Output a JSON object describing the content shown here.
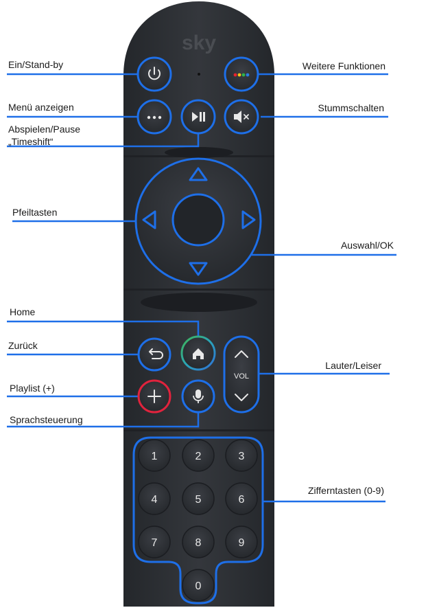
{
  "brand": {
    "logo_text": "sky"
  },
  "labels": {
    "power": "Ein/Stand-by",
    "more_functions": "Weitere Funktionen",
    "menu": "Menü anzeigen",
    "mute": "Stummschalten",
    "play_pause_line1": "Abspielen/Pause",
    "play_pause_line2": "„Timeshift“",
    "arrows": "Pfeiltasten",
    "ok": "Auswahl/OK",
    "home": "Home",
    "back": "Zurück",
    "volume": "Lauter/Leiser",
    "playlist": "Playlist (+)",
    "voice": "Sprachsteuerung",
    "digits": "Zifferntasten (0-9)"
  },
  "keys": {
    "vol": "VOL",
    "digits": [
      "1",
      "2",
      "3",
      "4",
      "5",
      "6",
      "7",
      "8",
      "9",
      "0"
    ]
  },
  "colors": {
    "remote_body": "#2b2e33",
    "highlight": "#1e6fe8",
    "dot_colors": [
      "#e8232d",
      "#f2c318",
      "#2fb34a",
      "#2a7de1"
    ],
    "playlist_ring": "#e0233d"
  },
  "icons": [
    "power-icon",
    "more-functions-icon",
    "menu-dots-icon",
    "play-pause-icon",
    "mute-icon",
    "arrow-up-icon",
    "arrow-down-icon",
    "arrow-left-icon",
    "arrow-right-icon",
    "back-icon",
    "home-icon",
    "plus-icon",
    "microphone-icon",
    "chevron-up-icon",
    "chevron-down-icon"
  ]
}
